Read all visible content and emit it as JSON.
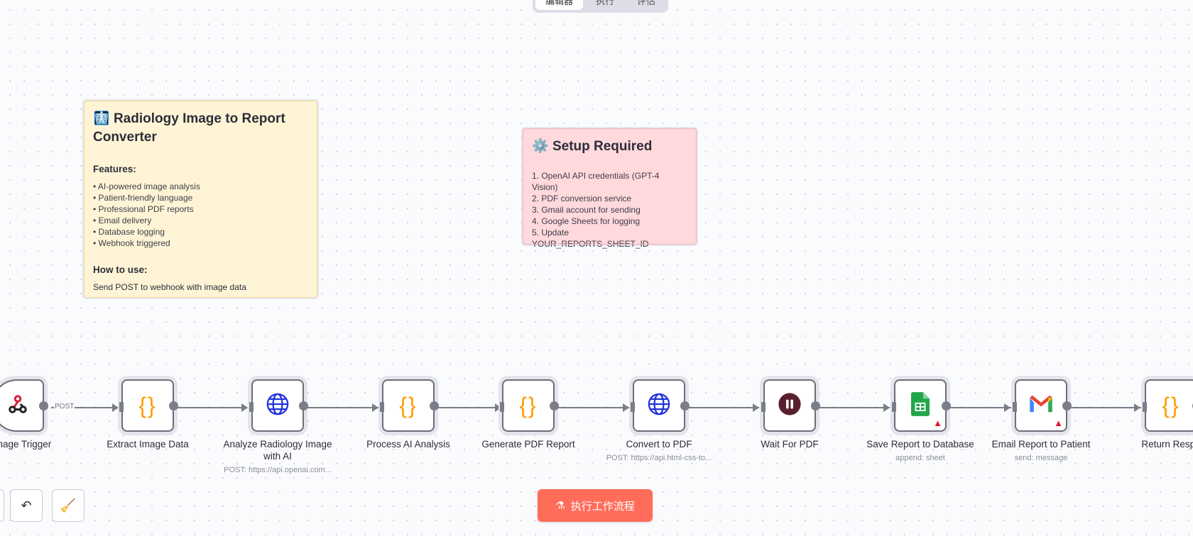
{
  "tabs": [
    {
      "label": "编辑器",
      "active": true
    },
    {
      "label": "执行"
    },
    {
      "label": "评估"
    }
  ],
  "sticky_overview": {
    "icon": "radiology-emoji",
    "title": "Radiology Image to Report Converter",
    "features_heading": "Features:",
    "features": [
      "• AI-powered image analysis",
      "• Patient-friendly language",
      "• Professional PDF reports",
      "• Email delivery",
      "• Database logging",
      "• Webhook triggered"
    ],
    "howto_heading": "How to use:",
    "howto_text": "Send POST to webhook with image data"
  },
  "sticky_setup": {
    "icon": "gear-emoji",
    "title": "Setup Required",
    "items": [
      "1. OpenAI API credentials (GPT-4 Vision)",
      "2. PDF conversion service",
      "3. Gmail account for sending",
      "4. Google Sheets for logging",
      "5. Update YOUR_REPORTS_SHEET_ID"
    ]
  },
  "edge_label": "POST",
  "nodes": [
    {
      "label": "d Image Trigger",
      "icon": "webhook-icon"
    },
    {
      "label": "Extract Image Data",
      "icon": "code-braces-icon"
    },
    {
      "label": "Analyze Radiology Image with AI",
      "subtitle": "POST: https://api.openai.com...",
      "icon": "globe-icon"
    },
    {
      "label": "Process AI Analysis",
      "icon": "code-braces-icon"
    },
    {
      "label": "Generate PDF Report",
      "icon": "code-braces-icon"
    },
    {
      "label": "Convert to PDF",
      "subtitle": "POST: https://api.html-css-to...",
      "icon": "globe-icon"
    },
    {
      "label": "Wait For PDF",
      "icon": "pause-icon"
    },
    {
      "label": "Save Report to Database",
      "subtitle": "append: sheet",
      "icon": "google-sheets-icon",
      "warning": true
    },
    {
      "label": "Email Report to Patient",
      "subtitle": "send: message",
      "icon": "gmail-icon",
      "warning": true
    },
    {
      "label": "Return Respo",
      "icon": "code-braces-icon"
    }
  ],
  "run_button": {
    "label": "执行工作流程",
    "icon": "flask-icon"
  },
  "controls": [
    {
      "icon": "undo-icon"
    },
    {
      "icon": "broom-icon"
    }
  ],
  "colors": {
    "accent": "#ff6d5a",
    "code": "#ff9b00",
    "globe": "#2233dd",
    "sticky_yellow": "#fff5d6",
    "sticky_red": "#ffd9dc"
  }
}
